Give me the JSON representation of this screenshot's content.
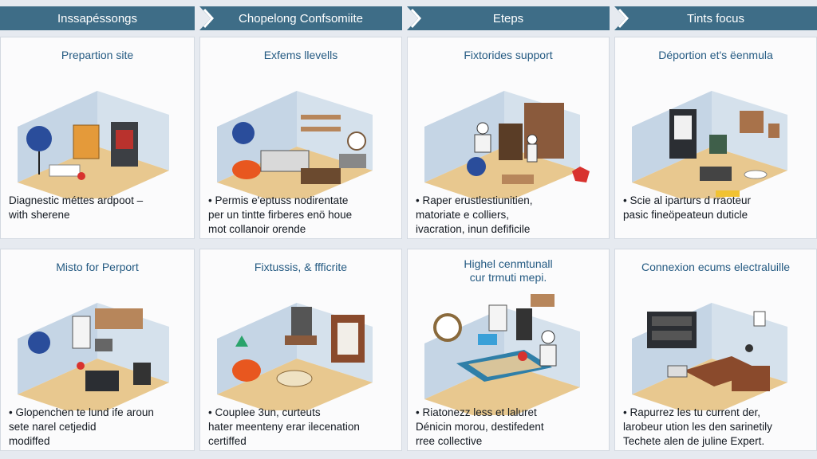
{
  "header": {
    "tabs": [
      {
        "label": "Inssapéssongs"
      },
      {
        "label": "Chopelong Confsomiite"
      },
      {
        "label": "Eteps"
      },
      {
        "label": "Tints focus"
      }
    ]
  },
  "cards": [
    {
      "title": "Prepartion site",
      "lines": [
        "Diagnestic méttes ardpoot –",
        "with sherene"
      ]
    },
    {
      "title": "Exfems llevells",
      "lines": [
        "• Permis e'eptuss nodirentate",
        "per un tintte firberes enö houe",
        "mot collanoir orende"
      ]
    },
    {
      "title": "Fixtorides support",
      "lines": [
        "• Raper erustlestiunitien,",
        "matoriate e colliers,",
        "ivacration, inun defificile"
      ]
    },
    {
      "title": "Déportion et's ëenmula",
      "lines": [
        "• Scie al iparturs d rraoteur",
        "pasic fineöpeateun duticle"
      ]
    },
    {
      "title": "Misto for Perport",
      "lines": [
        "• Glopenchen te lund ife aroun",
        "sete narel cetjedid",
        "modiffed"
      ]
    },
    {
      "title": "Fixtussis, & ffficrite",
      "lines": [
        "• Couplee 3un, curteuts",
        "hater meenteny erar ilecenation",
        "certiffed"
      ]
    },
    {
      "title": "Highel cenmtunall\ncur trmuti mepi.",
      "lines": [
        "• Riatonezz less et laluret",
        "Dénicin morou, destifedent",
        "rree collective"
      ]
    },
    {
      "title": "Connexion ecums electraluille",
      "lines": [
        "• Rapurrez les tu current der,",
        "larobeur ution les den sarinetily",
        "Techete alen de juline Expert."
      ]
    }
  ],
  "colors": {
    "header_bg": "#3e6d87",
    "card_title": "#245a82",
    "floor": "#e8c88f",
    "wall": "#c5d5e5",
    "accent_red": "#d8322e",
    "globe_blue": "#2a4d9b"
  },
  "icons": [
    "globe-icon",
    "furniture-icon",
    "tools-icon",
    "warning-sign-icon",
    "person-icon"
  ]
}
